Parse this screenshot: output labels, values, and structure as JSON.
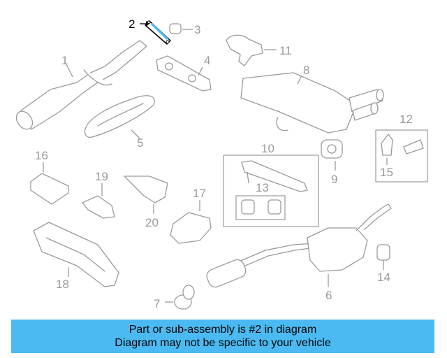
{
  "diagram": {
    "callouts": [
      "1",
      "2",
      "3",
      "4",
      "5",
      "6",
      "7",
      "8",
      "9",
      "10",
      "11",
      "12",
      "13",
      "14",
      "15",
      "16",
      "17",
      "18",
      "19",
      "20"
    ],
    "highlighted": "2",
    "colors": {
      "line": "#9a9a9a",
      "highlight": "#000000",
      "accent_part": "#4bbaf2"
    }
  },
  "banner": {
    "line1": "Part or sub-assembly is #2 in diagram",
    "line2": "Diagram may not be specific to your vehicle",
    "color": "#4bbaf2"
  }
}
